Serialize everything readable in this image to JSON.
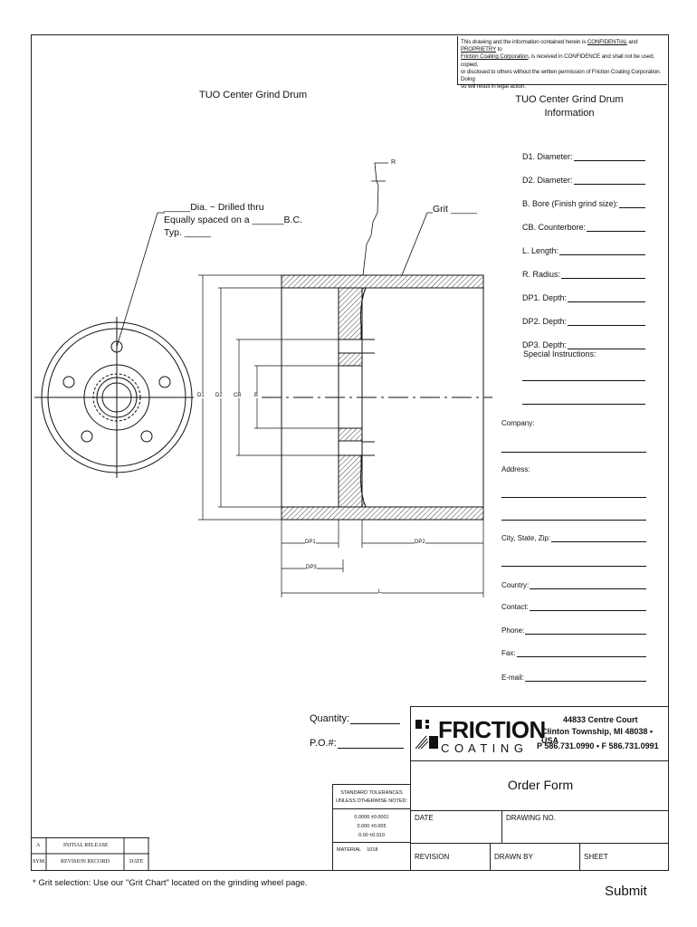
{
  "confidential": {
    "line1_pre": "This drawing and the information contained herein is ",
    "confidential_word": "CONFIDENTIAL",
    "and_word": " and ",
    "proprietary_word": "PROPRIETRY",
    "to_word": " to",
    "company_name": "Friction Coating Corporation",
    "line2_rest": ", is received in CONFIDENCE and shall not be used, copied,",
    "line3": "or disclosed to others without the written permission of Friction Coating Corporation. Doing",
    "line4": "so will result in legal action."
  },
  "drawing": {
    "title": "TUO Center Grind Drum",
    "hole_note_line1": "_____Dia. ~ Drilled thru",
    "hole_note_line2": "Equally spaced on a ______B.C.",
    "hole_note_line3": "Typ. _____",
    "r_label": "R",
    "grit_label": "Grit _____",
    "dim_d1": "D1",
    "dim_d2": "D2",
    "dim_cb": "CB",
    "dim_b": "B",
    "dim_dp1": "DP1",
    "dim_dp2": "DP2",
    "dim_dp3": "DP3",
    "dim_l": "L"
  },
  "info": {
    "title_line1": "TUO Center Grind Drum",
    "title_line2": "Information",
    "fields": [
      {
        "label": "D1. Diameter:"
      },
      {
        "label": "D2. Diameter:"
      },
      {
        "label": "B. Bore (Finish grind size):"
      },
      {
        "label": "CB. Counterbore:"
      },
      {
        "label": "L. Length:"
      },
      {
        "label": "R. Radius:"
      },
      {
        "label": "DP1. Depth:"
      },
      {
        "label": "DP2. Depth:"
      },
      {
        "label": "DP3. Depth:"
      }
    ],
    "special_instructions": "Special Instructions:"
  },
  "customer": {
    "company": "Company:",
    "address": "Address:",
    "city": "City, State, Zip:",
    "country": "Country:",
    "contact": "Contact:",
    "phone": "Phone:",
    "fax": "Fax:",
    "email": "E-mail:"
  },
  "order": {
    "quantity": "Quantity:",
    "po": "P.O.#:"
  },
  "company_block": {
    "logo_word1": "FRICTION",
    "logo_word2": "C O A T I N G",
    "address1": "44833 Centre Court",
    "address2": "Clinton Township, MI 48038 • USA",
    "phone_fax": "P 586.731.0990  •  F 586.731.0991"
  },
  "title_block": {
    "form_title": "Order Form",
    "date": "DATE",
    "drawing_no": "DRAWING NO.",
    "revision": "REVISION",
    "drawn_by": "DRAWN BY",
    "sheet": "SHEET"
  },
  "tolerances": {
    "header1": "STANDARD TOLERANCES",
    "header2": "UNLESS OTHERWISE NOTED:",
    "tol1": "0.0000 ±0.0001",
    "tol2": "0.000 ±0.005",
    "tol3": "0.00 ±0.010",
    "material_label": "MATERIAL",
    "material_value": "1018"
  },
  "revision_table": {
    "row_sym": "A",
    "row_desc": "INITIAL RELEASE",
    "head_sym": "SYM.",
    "head_desc": "REVISION RECORD",
    "head_date": "DATE"
  },
  "footnote": "* Grit selection: Use our \"Grit Chart\" located on the grinding wheel page.",
  "submit_label": "Submit"
}
